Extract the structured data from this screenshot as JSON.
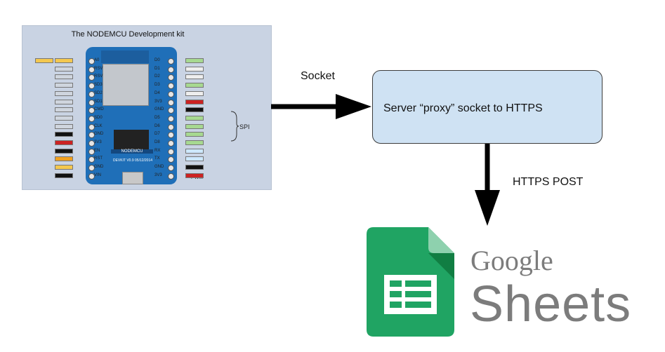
{
  "board": {
    "title": "The NODEMCU Development kit",
    "label": "NODEMCU",
    "version": "DEVKIT V0.9 05/12/2014",
    "spi": "SPI",
    "pwm": "~ PWM",
    "left_pins": [
      "A0",
      "RSV",
      "RSV",
      "SD3",
      "SD2",
      "SD1",
      "CMD",
      "SD0",
      "CLK",
      "GND",
      "3V3",
      "EN",
      "RST",
      "GND",
      "VIN"
    ],
    "right_pins": [
      "D0",
      "D1",
      "D2",
      "D3",
      "D4",
      "3V3",
      "GND",
      "D5",
      "D6",
      "D7",
      "D8",
      "RX",
      "TX",
      "GND",
      "3V3"
    ]
  },
  "socket_label": "Socket",
  "server_text": "Server “proxy” socket to HTTPS",
  "https_label": "HTTPS POST",
  "sheets": {
    "word_google": "Google",
    "word_sheets": "Sheets",
    "colors": {
      "green": "#20a463",
      "dark_green": "#0f7a3f",
      "light_green": "#8ed1ae"
    }
  },
  "colors": {
    "panel": "#c9d3e3",
    "board": "#1f6fb8",
    "server_box": "#cfe2f3",
    "arrow": "#000000"
  }
}
